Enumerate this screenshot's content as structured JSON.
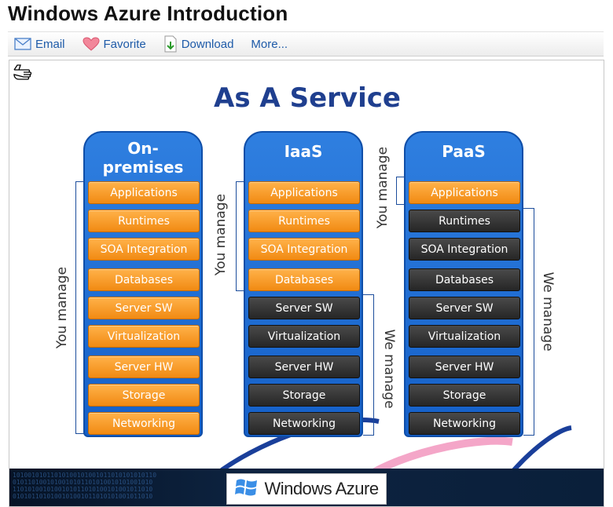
{
  "page": {
    "title": "Windows Azure Introduction"
  },
  "toolbar": {
    "email": "Email",
    "favorite": "Favorite",
    "download": "Download",
    "more": "More..."
  },
  "slide": {
    "title": "As A Service",
    "columns": [
      {
        "heading": "On-\npremises",
        "heading_line1": "On-",
        "heading_line2": "premises",
        "layers": [
          "Applications",
          "Runtimes",
          "SOA Integration",
          "Databases",
          "Server SW",
          "Virtualization",
          "Server HW",
          "Storage",
          "Networking"
        ],
        "you_manage_count": 9
      },
      {
        "heading": "IaaS",
        "layers": [
          "Applications",
          "Runtimes",
          "SOA Integration",
          "Databases",
          "Server SW",
          "Virtualization",
          "Server HW",
          "Storage",
          "Networking"
        ],
        "you_manage_count": 4
      },
      {
        "heading": "PaaS",
        "layers": [
          "Applications",
          "Runtimes",
          "SOA Integration",
          "Databases",
          "Server SW",
          "Virtualization",
          "Server HW",
          "Storage",
          "Networking"
        ],
        "you_manage_count": 1
      }
    ],
    "labels": {
      "you_manage": "You manage",
      "we_manage": "We manage"
    },
    "colors": {
      "you": "#f39a1f",
      "we": "#333333",
      "column": "#1f6fd6",
      "title": "#1f3f8f"
    }
  },
  "footer": {
    "logo_text": "Windows Azure"
  }
}
